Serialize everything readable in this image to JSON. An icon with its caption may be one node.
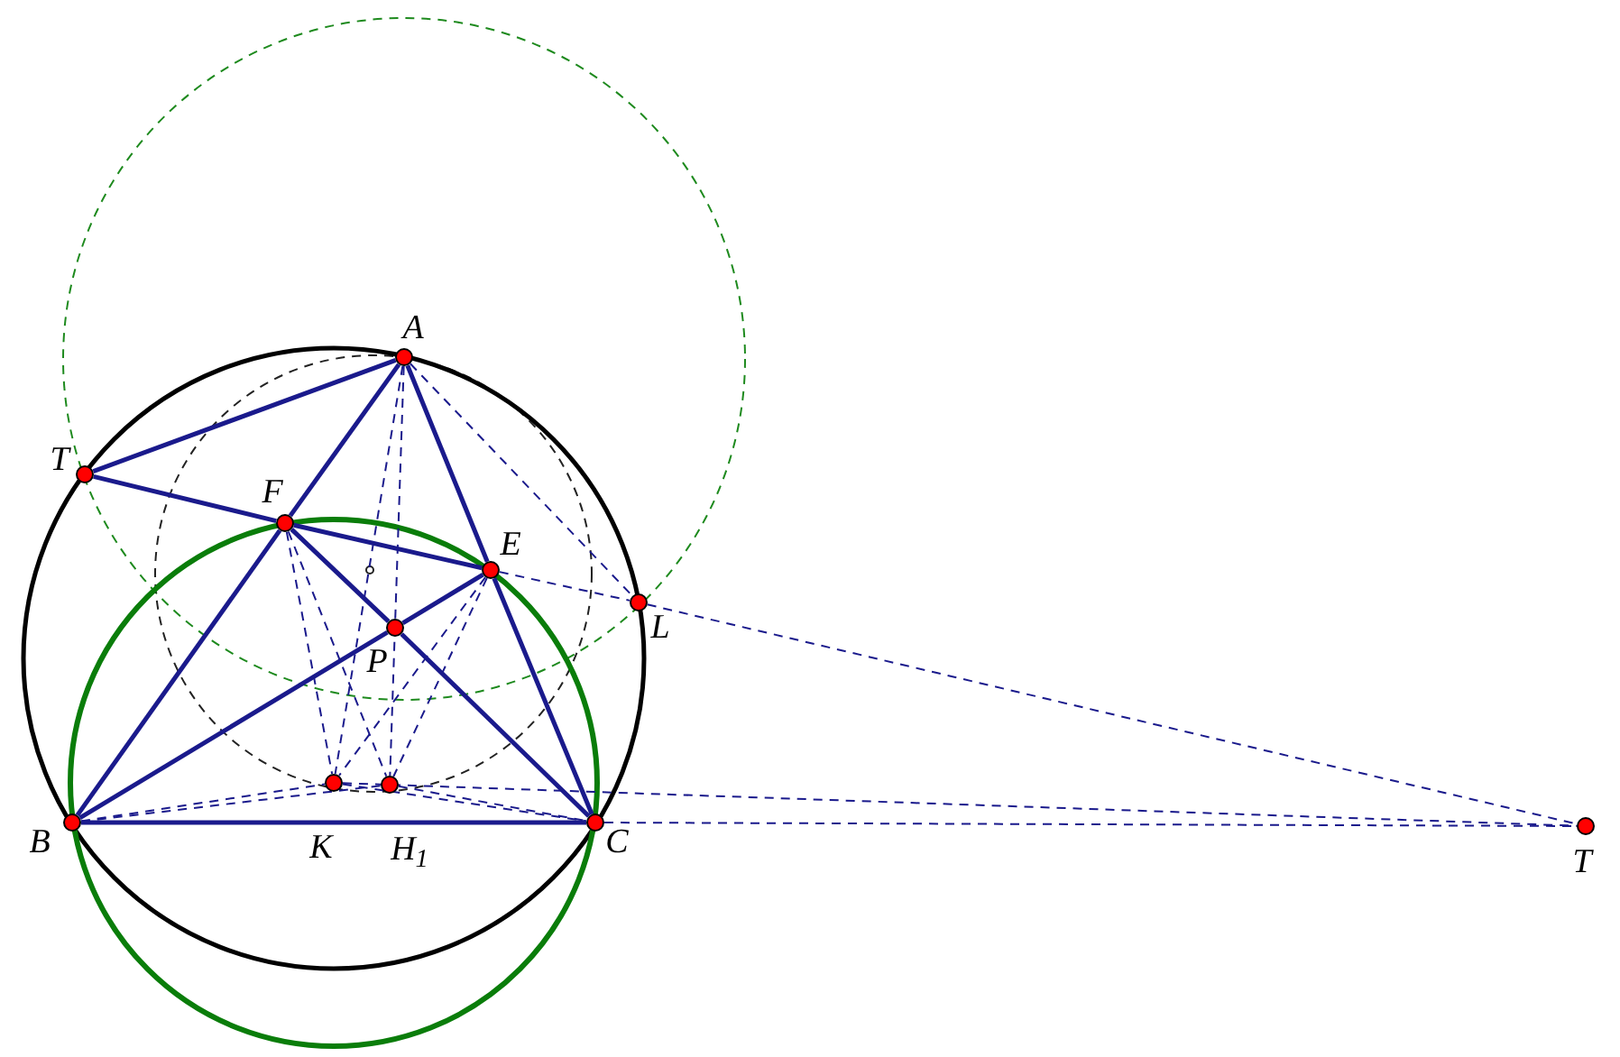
{
  "diagram": {
    "nodes": [
      {
        "text": [],
        "shape": "circle"
      },
      {
        "text": [],
        "shape": "circle"
      },
      {
        "text": [],
        "shape": "circle"
      },
      {
        "text": [],
        "shape": "circle"
      },
      {
        "text": [],
        "shape": "circle"
      },
      {
        "text": [],
        "shape": "circle"
      },
      {
        "text": [],
        "shape": "circle"
      },
      {
        "text": [],
        "shape": "circle"
      },
      {
        "text": [],
        "shape": "circle"
      },
      {
        "text": [],
        "shape": "circle"
      },
      {
        "text": [],
        "shape": "circle"
      }
    ],
    "edges": [
      {
        "from": 1,
        "to": 0,
        "arrow": "none",
        "style": "thick"
      },
      {
        "from": 1,
        "to": 2,
        "arrow": "none",
        "style": "thick"
      },
      {
        "from": 2,
        "to": 3,
        "arrow": "none",
        "style": "thick"
      },
      {
        "from": 0,
        "to": 2,
        "arrow": "none",
        "style": "thick"
      },
      {
        "from": 2,
        "to": 6,
        "arrow": "none",
        "style": "thick"
      },
      {
        "from": 0,
        "to": 3,
        "arrow": "none",
        "style": "thick"
      },
      {
        "from": 3,
        "to": 9,
        "arrow": "none",
        "style": "thick"
      },
      {
        "from": 6,
        "to": 9,
        "arrow": "none",
        "style": "thick"
      },
      {
        "from": 6,
        "to": 4,
        "arrow": "none",
        "style": "thick"
      },
      {
        "from": 4,
        "to": 3,
        "arrow": "none",
        "style": "thick"
      },
      {
        "from": 2,
        "to": 4,
        "arrow": "none",
        "style": "thick"
      },
      {
        "from": 4,
        "to": 9,
        "arrow": "none",
        "style": "thick"
      },
      {
        "from": 0,
        "to": 7,
        "arrow": "none",
        "style": "dashed"
      },
      {
        "from": 0,
        "to": 8,
        "arrow": "none",
        "style": "dashed"
      },
      {
        "from": 2,
        "to": 7,
        "arrow": "none",
        "style": "dashed"
      },
      {
        "from": 2,
        "to": 8,
        "arrow": "none",
        "style": "dashed"
      },
      {
        "from": 3,
        "to": 7,
        "arrow": "none",
        "style": "dashed"
      },
      {
        "from": 3,
        "to": 8,
        "arrow": "none",
        "style": "dashed"
      },
      {
        "from": 0,
        "to": 5,
        "arrow": "none",
        "style": "dashed"
      },
      {
        "from": 3,
        "to": 5,
        "arrow": "none",
        "style": "dashed"
      },
      {
        "from": 5,
        "to": 10,
        "arrow": "none",
        "style": "dashed"
      },
      {
        "from": 6,
        "to": 7,
        "arrow": "none",
        "style": "dashed"
      },
      {
        "from": 6,
        "to": 8,
        "arrow": "none",
        "style": "dashed"
      },
      {
        "from": 7,
        "to": 9,
        "arrow": "none",
        "style": "dashed"
      },
      {
        "from": 8,
        "to": 9,
        "arrow": "none",
        "style": "dashed"
      },
      {
        "from": 7,
        "to": 10,
        "arrow": "none",
        "style": "dashed"
      },
      {
        "from": 9,
        "to": 10,
        "arrow": "none",
        "style": "dashed"
      }
    ],
    "labels": [
      "A",
      "T",
      "F",
      "E",
      "P",
      "L",
      "B",
      "K",
      "H$_{1}$",
      "C",
      "T"
    ]
  }
}
